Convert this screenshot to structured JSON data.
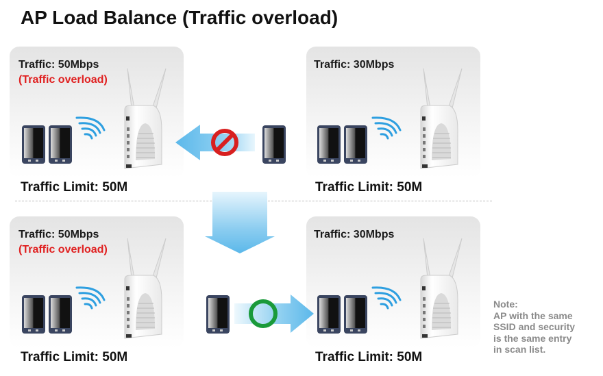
{
  "title": "AP Load Balance (Traffic overload)",
  "scenarios": [
    {
      "traffic": "Traffic: 50Mbps",
      "status": "(Traffic overload)",
      "limit": "Traffic Limit: 50M"
    },
    {
      "traffic": "Traffic: 30Mbps",
      "limit": "Traffic Limit: 50M"
    },
    {
      "traffic": "Traffic: 50Mbps",
      "status": "(Traffic overload)",
      "limit": "Traffic Limit: 50M"
    },
    {
      "traffic": "Traffic: 30Mbps",
      "limit": "Traffic Limit: 50M"
    }
  ],
  "note": {
    "heading": "Note:",
    "lines": [
      "AP with the same",
      "SSID and security",
      "is the same entry",
      "in scan list."
    ]
  },
  "colors": {
    "arrow": "#5bb8ea",
    "deny": "#d82020",
    "allow": "#1a9a3a",
    "overload": "#e02020"
  },
  "icons": [
    "access-point-icon",
    "phone-icon",
    "wifi-waves-icon",
    "prohibited-icon",
    "ok-circle-icon",
    "arrow-icon"
  ]
}
